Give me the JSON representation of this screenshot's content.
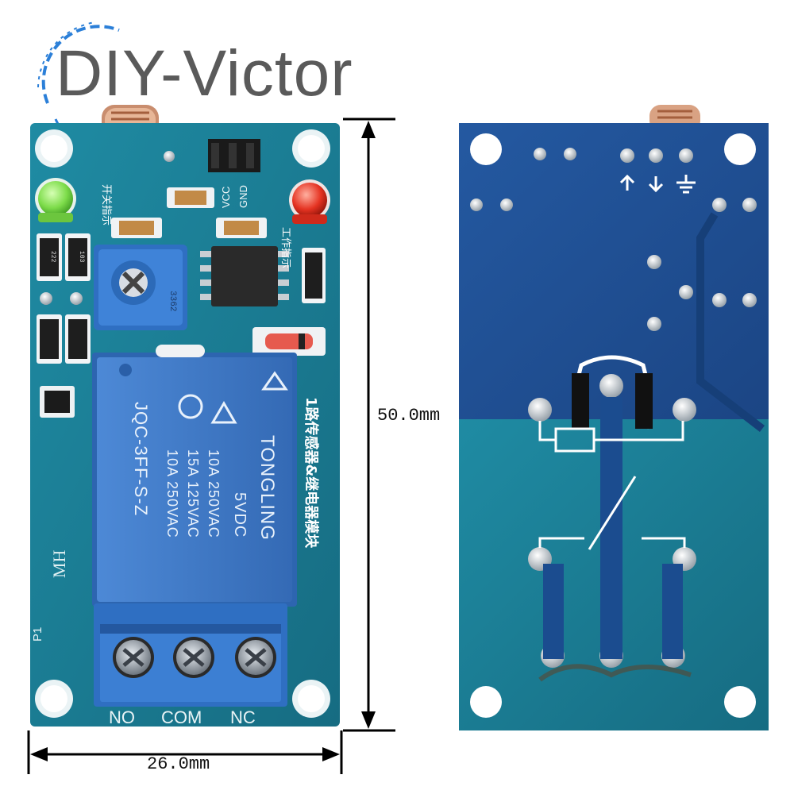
{
  "watermark": {
    "text": "DIY-Victor"
  },
  "dimensions": {
    "width_label": "26.0mm",
    "height_label": "50.0mm"
  },
  "terminals": {
    "no": "NO",
    "com": "COM",
    "nc": "NC"
  },
  "board": {
    "p1": "P1",
    "mh": "MH",
    "vcc": "VCC",
    "gnd": "GND",
    "switch_led_label": "开关指示",
    "work_led_label": "工作指示",
    "module_title": "1路传感器&继电器模块",
    "potentiometer_code": "3362",
    "resistor_code_a": "222",
    "resistor_code_b": "103"
  },
  "relay": {
    "brand": "TONGLING",
    "voltage": "5VDC",
    "spec1": "10A 250VAC",
    "spec2": "15A 125VAC",
    "spec3": "10A 250VAC",
    "model": "JQC-3FF-S-Z"
  },
  "colors": {
    "pcb_teal": "#1c7f96",
    "pcb_blue": "#1f4f93",
    "relay_blue": "#3d79c8",
    "led_green": "#7ddc4a",
    "led_red": "#e53322",
    "watermark_ring": "#2b7fd8"
  }
}
